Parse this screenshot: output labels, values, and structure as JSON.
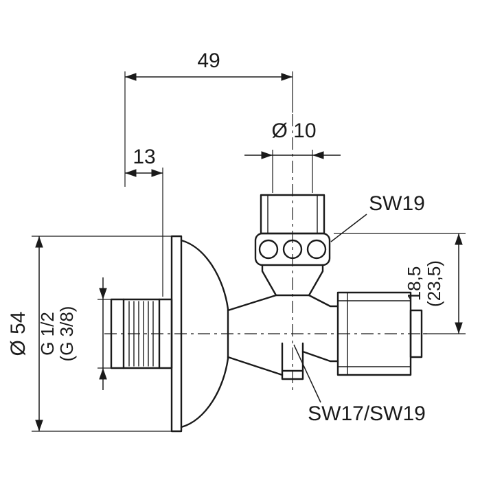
{
  "colors": {
    "line": "#1a1a1a",
    "background": "#ffffff"
  },
  "dimensions": {
    "width_top": "49",
    "offset_left": "13",
    "outlet_diameter": "Ø 10",
    "wrench_top": "SW19",
    "axis_offset": "18,5",
    "axis_offset_alt": "(23,5)",
    "rosette_diameter": "Ø 54",
    "thread": "G 1/2",
    "thread_alt": "(G 3/8)",
    "wrench_bottom": "SW17/SW19"
  }
}
